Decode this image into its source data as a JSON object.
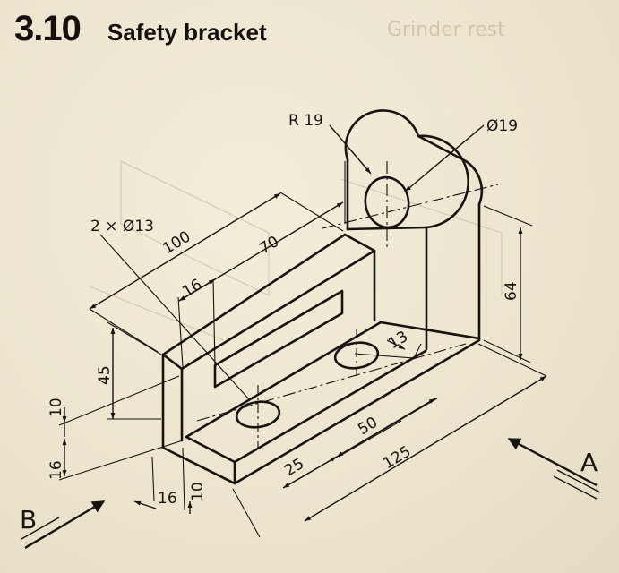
{
  "section": {
    "number": "3.10",
    "title": "Safety bracket"
  },
  "bleed": {
    "text": "Grinder rest"
  },
  "dimensions": {
    "radius": "R 19",
    "hole_large": "Ø19",
    "hole_small": "2 × Ø13",
    "len_100": "100",
    "len_70": "70",
    "len_16_slot": "16",
    "len_64": "64",
    "len_45": "45",
    "len_10_left": "10",
    "len_16_left": "16",
    "len_16_bottom": "16",
    "len_10_bottom": "10",
    "len_25": "25",
    "len_50": "50",
    "len_125": "125",
    "len_13": "13"
  },
  "views": {
    "a": "A",
    "b": "B"
  },
  "colors": {
    "ink": "#161311",
    "paper": "#efe8d3"
  }
}
